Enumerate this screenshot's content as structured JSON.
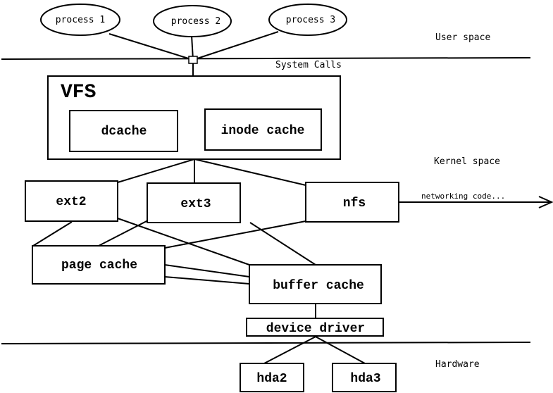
{
  "zones": {
    "user_space": "User space",
    "system_calls": "System Calls",
    "kernel_space": "Kernel space",
    "hardware": "Hardware"
  },
  "processes": [
    {
      "label": "process 1"
    },
    {
      "label": "process 2"
    },
    {
      "label": "process 3"
    }
  ],
  "vfs": {
    "title": "VFS",
    "dcache": "dcache",
    "inode_cache": "inode cache"
  },
  "filesystems": {
    "ext2": "ext2",
    "ext3": "ext3",
    "nfs": "nfs"
  },
  "networking": "networking code...",
  "caches": {
    "page_cache": "page cache",
    "buffer_cache": "buffer cache"
  },
  "device_driver": "device driver",
  "disks": {
    "hda2": "hda2",
    "hda3": "hda3"
  }
}
